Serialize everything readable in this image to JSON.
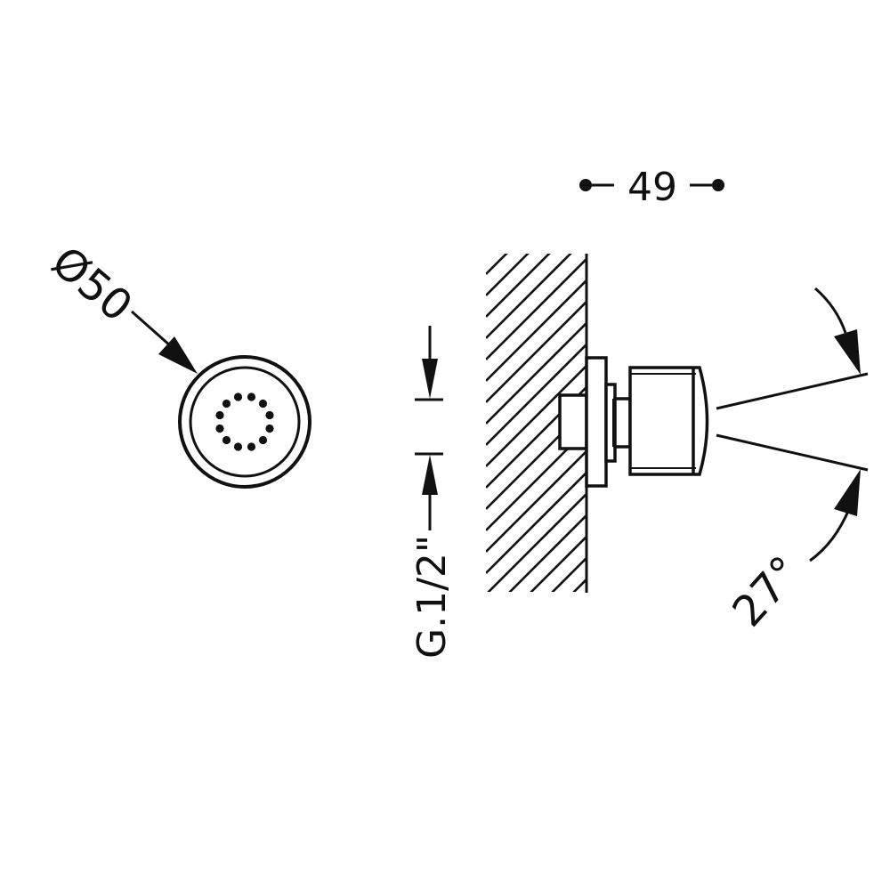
{
  "drawing": {
    "ink_color": "#111111",
    "background": "#ffffff",
    "front_view": {
      "diameter_label": "Ø50",
      "nozzle_count": 12
    },
    "side_view": {
      "width_label": "49",
      "thread_label": "G.1/2\"",
      "angle_label": "27°"
    }
  }
}
